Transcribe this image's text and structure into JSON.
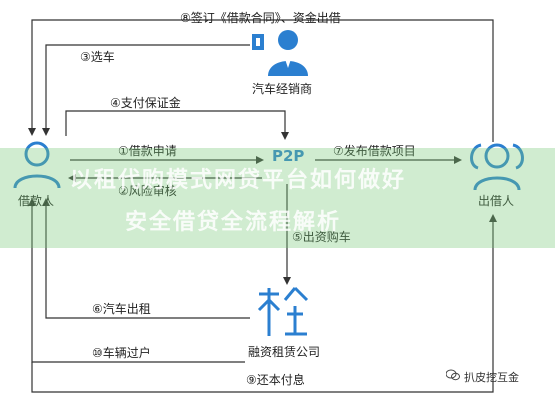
{
  "nodes": {
    "borrower": "借款人",
    "car_dealer": "汽车经销商",
    "p2p": "P2P",
    "lender": "出借人",
    "leasing_company": "融资租赁公司"
  },
  "steps": {
    "s1": "①借款申请",
    "s2": "②风险审核",
    "s3": "③选车",
    "s4": "④支付保证金",
    "s5": "⑤出资购车",
    "s6": "⑥汽车出租",
    "s7": "⑦发布借款项目",
    "s8": "⑧签订《借款合同》、资金出借",
    "s9": "⑨还本付息",
    "s10": "⑩车辆过户"
  },
  "banner": {
    "line1": "以租代购模式网贷平台如何做好",
    "line2": "安全借贷全流程解析"
  },
  "watermark": "扒皮挖互金",
  "colors": {
    "icon_blue": "#2b7fd0",
    "line": "#333333",
    "banner": "#7cc87c"
  }
}
